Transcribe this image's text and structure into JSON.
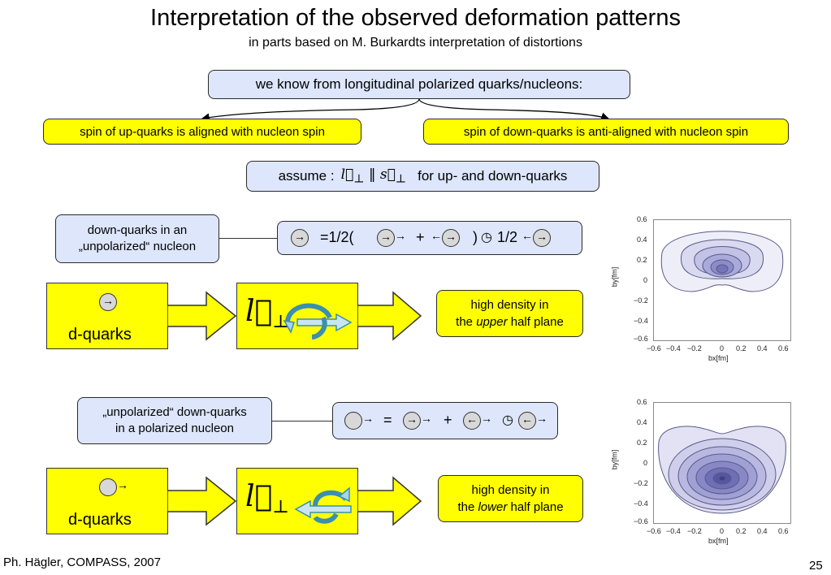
{
  "title": "Interpretation of the observed deformation patterns",
  "subtitle": "in parts based on M. Burkardts interpretation of distortions",
  "top_box": "we know from longitudinal polarized quarks/nucleons:",
  "up_box": "spin of up-quarks is aligned with nucleon spin",
  "down_box": "spin of down-quarks is anti-aligned with nucleon spin",
  "assume": {
    "prefix": "assume :",
    "suffix": "for up- and down-quarks"
  },
  "section1": {
    "label_line1": "down-quarks in an",
    "label_line2": "„unpolarized“ nucleon",
    "eq_a": "=1/2(",
    "eq_plus": "+",
    "eq_b": ")",
    "eq_c": "1/2",
    "panel_text": "d-quarks",
    "result_line1": "high density in",
    "result_pre": "the",
    "result_em": "upper",
    "result_post": "half plane"
  },
  "section2": {
    "label_line1": "„unpolarized“ down-quarks",
    "label_line2": "in a polarized nucleon",
    "eq_eq": "=",
    "eq_plus": "+",
    "panel_text": "d-quarks",
    "result_line1": "high density in",
    "result_pre": "the",
    "result_em": "lower",
    "result_post": "half plane"
  },
  "plot": {
    "yticks": [
      "0.6",
      "0.4",
      "0.2",
      "0",
      "−0.2",
      "−0.4",
      "−0.6"
    ],
    "xticks": [
      "−0.6",
      "−0.4",
      "−0.2",
      "0",
      "0.2",
      "0.4",
      "0.6"
    ],
    "xlabel": "bx[fm]",
    "ylabel": "by[fm]"
  },
  "footer_left": "Ph. Hägler, COMPASS, 2007",
  "page_number": "25",
  "colors": {
    "yellow": "#ffff00",
    "blue_box": "#dde6fb",
    "contour": "#3a3a9a"
  }
}
